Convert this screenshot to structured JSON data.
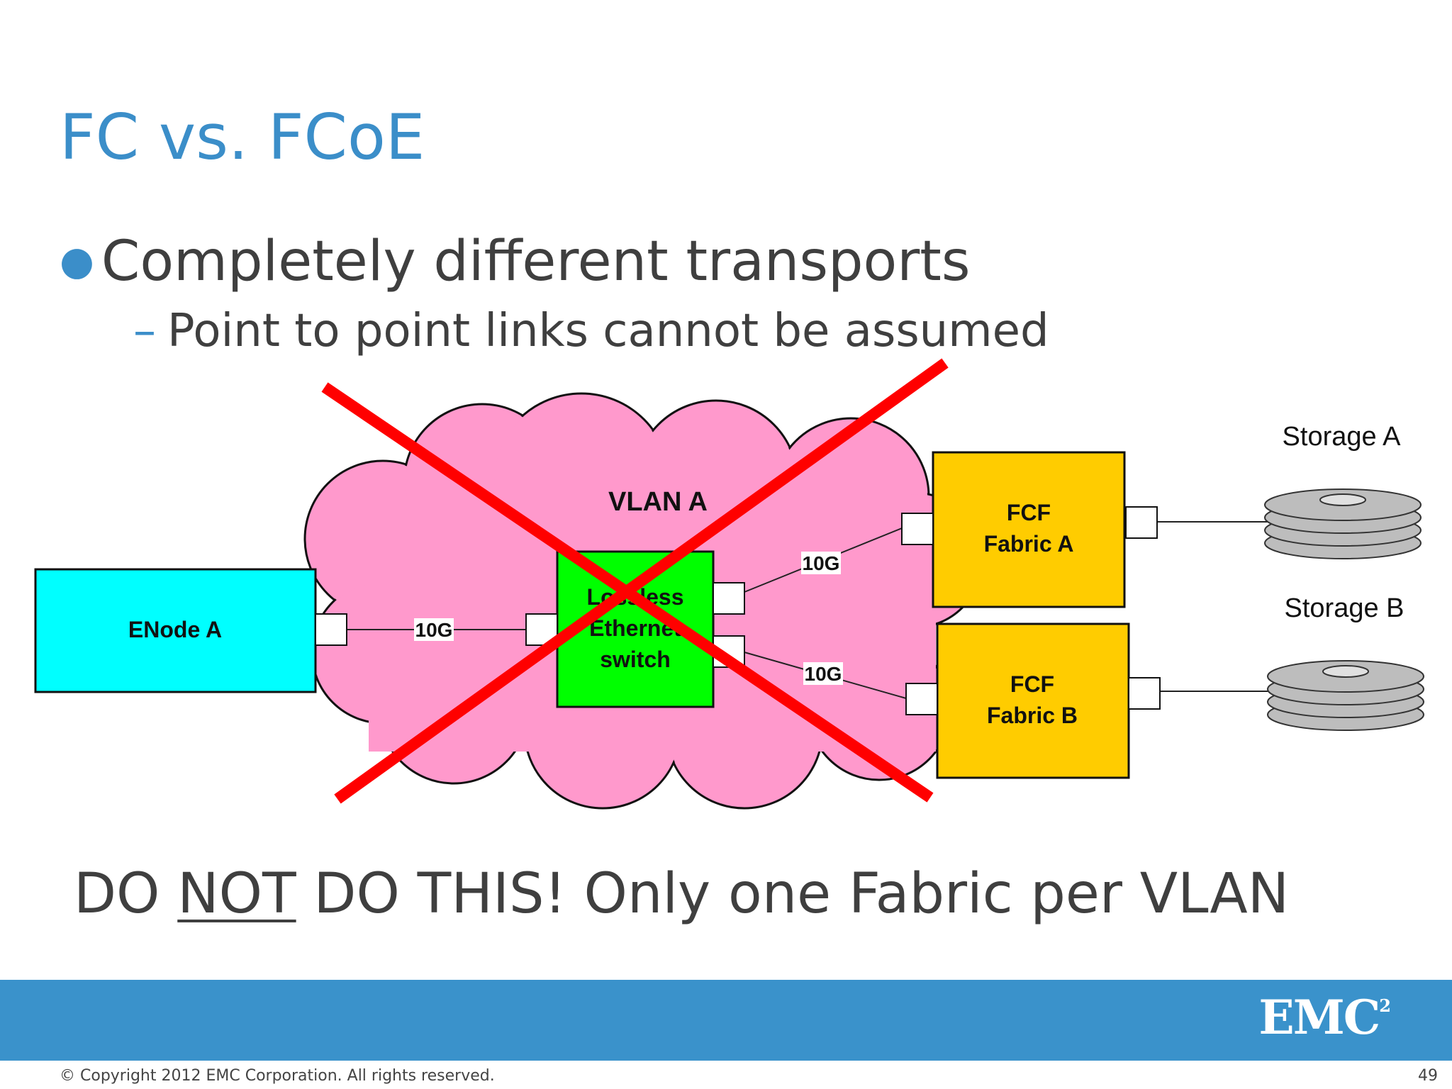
{
  "slide": {
    "title": "FC vs. FCoE",
    "bullet": "Completely different transports",
    "sub_bullet": "Point to point links cannot be assumed",
    "warning_pre": "DO ",
    "warning_emph": "NOT",
    "warning_post": " DO THIS!  Only one Fabric per VLAN",
    "copyright": "© Copyright 2012 EMC Corporation. All rights reserved.",
    "page_number": "49",
    "logo_text": "EMC",
    "logo_sup": "2"
  },
  "diagram": {
    "cloud_label": "VLAN A",
    "enode_label": "ENode A",
    "switch_label_line1": "Lossless",
    "switch_label_line2": "Ethernet",
    "switch_label_line3": "switch",
    "fcf_a_line1": "FCF",
    "fcf_a_line2": "Fabric A",
    "fcf_b_line1": "FCF",
    "fcf_b_line2": "Fabric B",
    "storage_a_label": "Storage A",
    "storage_b_label": "Storage B",
    "link_enode_switch": "10G",
    "link_switch_fcf_a": "10G",
    "link_switch_fcf_b": "10G"
  },
  "colors": {
    "title_blue": "#3b8ec9",
    "cloud_pink": "#ff99cc",
    "enode_cyan": "#00ffff",
    "switch_green": "#00ff00",
    "fcf_gold": "#ffcc00",
    "cross_red": "#ff0000",
    "footer_blue": "#3a92cb"
  }
}
